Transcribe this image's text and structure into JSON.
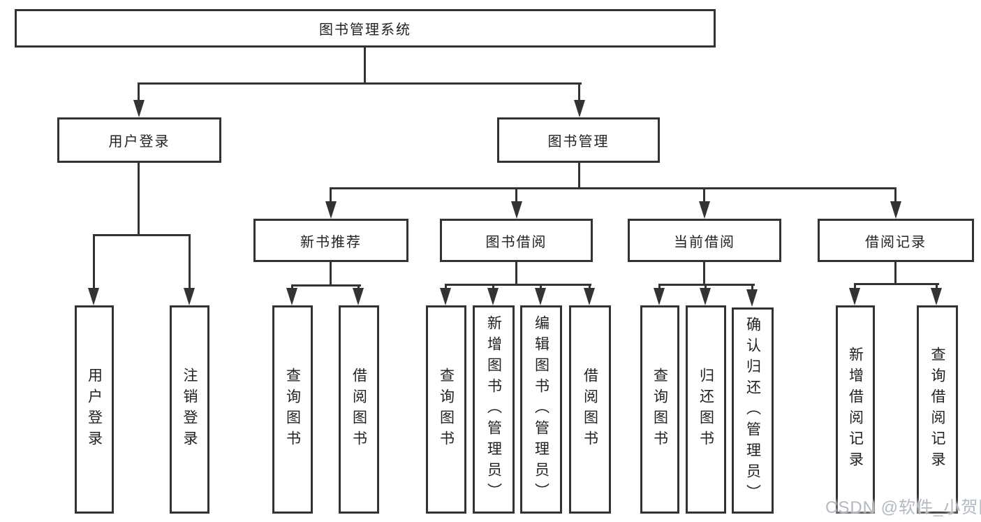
{
  "diagram": {
    "root": {
      "label": "图书管理系统"
    },
    "branches": [
      {
        "label": "用户登录",
        "leaves": [
          {
            "label": "用户登录"
          },
          {
            "label": "注销登录"
          }
        ]
      },
      {
        "label": "图书管理",
        "groups": [
          {
            "label": "新书推荐",
            "leaves": [
              {
                "label": "查询图书"
              },
              {
                "label": "借阅图书"
              }
            ]
          },
          {
            "label": "图书借阅",
            "leaves": [
              {
                "label": "查询图书"
              },
              {
                "label": "新增图书（管理员）"
              },
              {
                "label": "编辑图书（管理员）"
              },
              {
                "label": "借阅图书"
              }
            ]
          },
          {
            "label": "当前借阅",
            "leaves": [
              {
                "label": "查询图书"
              },
              {
                "label": "归还图书"
              },
              {
                "label": "确认归还（管理员）"
              }
            ]
          },
          {
            "label": "借阅记录",
            "leaves": [
              {
                "label": "新增借阅记录"
              },
              {
                "label": "查询借阅记录"
              }
            ]
          }
        ]
      }
    ]
  },
  "watermark": {
    "text": "CSDN @软件_小贺同学",
    "color": "#b3b9c1"
  },
  "colors": {
    "line": "#333333",
    "text": "#222222",
    "background": "#ffffff"
  }
}
